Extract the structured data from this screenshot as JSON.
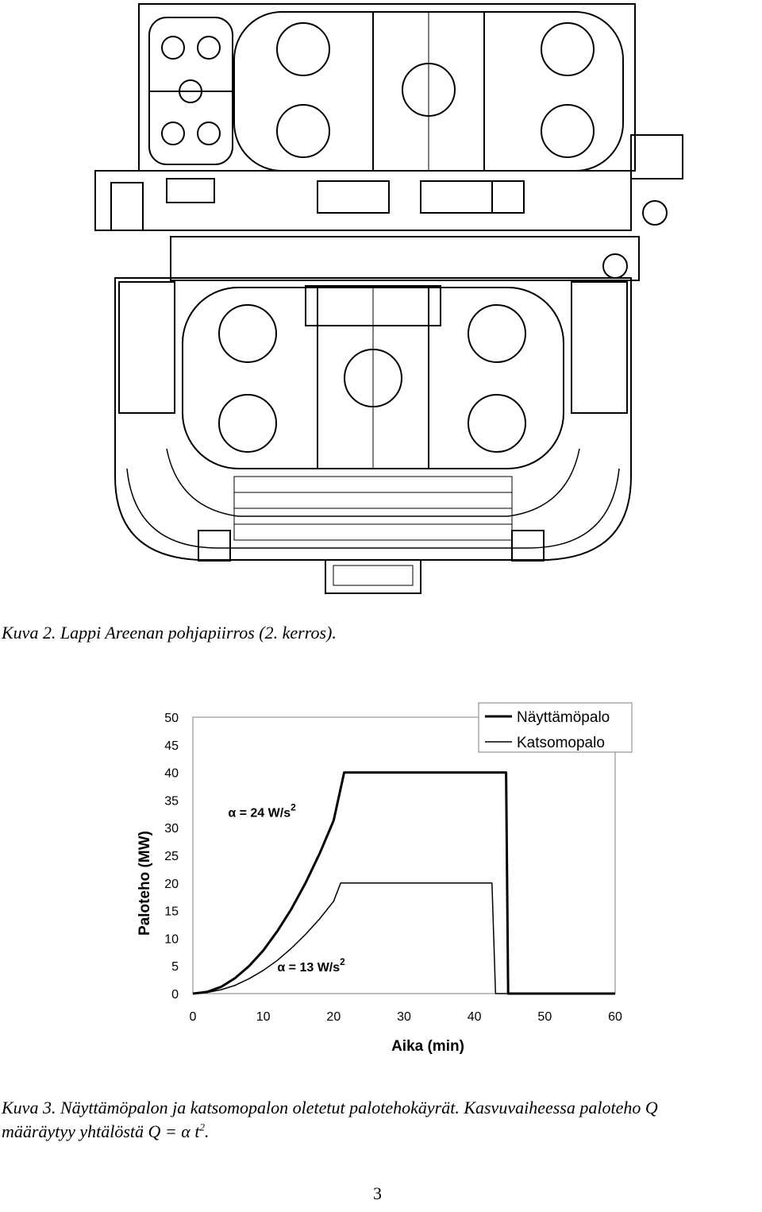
{
  "figure2": {
    "caption": "Kuva 2. Lappi Areenan pohjapiirros (2. kerros)."
  },
  "figure3": {
    "caption_line1": "Kuva 3. Näyttämöpalon ja katsomopalon oletetut palotehokäyrät. Kasvuvaiheessa paloteho Q",
    "caption_line2_prefix": "määräytyy yhtälöstä Q = ",
    "caption_alpha": "α",
    "caption_t": " t",
    "caption_exp": "2",
    "caption_suffix": "."
  },
  "chart_data": {
    "type": "line",
    "xlabel": "Aika (min)",
    "ylabel": "Paloteho (MW)",
    "xlim": [
      0,
      60
    ],
    "ylim": [
      0,
      50
    ],
    "x_ticks": [
      0,
      10,
      20,
      30,
      40,
      50,
      60
    ],
    "y_ticks": [
      0,
      5,
      10,
      15,
      20,
      25,
      30,
      35,
      40,
      45,
      50
    ],
    "legend_position": "top-right",
    "grid": false,
    "series": [
      {
        "name": "Näyttämöpalo",
        "style": "thick",
        "x": [
          0,
          2,
          4,
          6,
          8,
          10,
          12,
          14,
          16,
          18,
          20,
          21.5,
          44.5,
          44.8,
          60
        ],
        "y": [
          0,
          0.3,
          1.2,
          2.8,
          5.0,
          7.8,
          11.3,
          15.3,
          20.0,
          25.3,
          31.3,
          40,
          40,
          0,
          0
        ]
      },
      {
        "name": "Katsomopalo",
        "style": "thin",
        "x": [
          0,
          2,
          4,
          6,
          8,
          10,
          12,
          14,
          16,
          18,
          20,
          21,
          42.5,
          43,
          60
        ],
        "y": [
          0,
          0.2,
          0.7,
          1.5,
          2.7,
          4.2,
          6.0,
          8.2,
          10.7,
          13.5,
          16.7,
          20,
          20,
          0,
          0
        ]
      }
    ],
    "annotations": [
      {
        "text": "α = 24 W/s",
        "exp": "2",
        "x": 5,
        "y": 32
      },
      {
        "text": "α = 13 W/s",
        "exp": "2",
        "x": 12,
        "y": 4
      }
    ]
  },
  "page_number": "3"
}
